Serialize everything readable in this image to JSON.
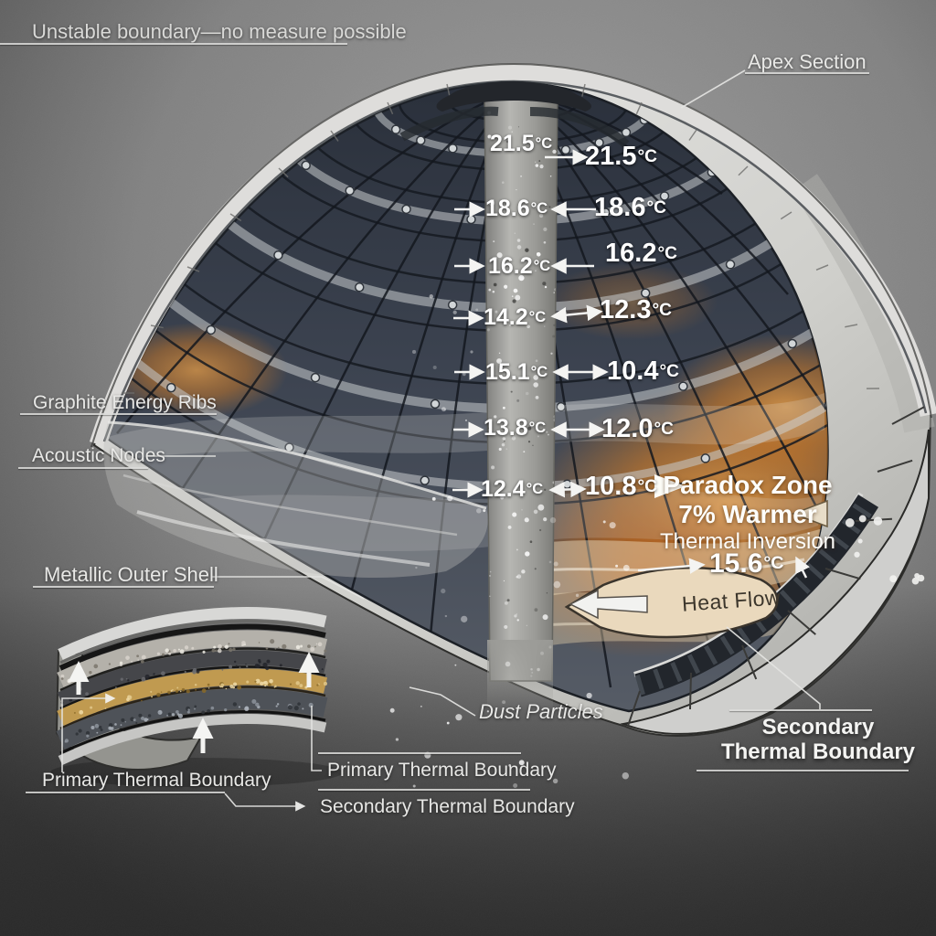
{
  "labels": {
    "unstable": "Unstable boundary—no measure possible",
    "apex": "Apex Section",
    "graphite": "Graphite Energy Ribs",
    "acoustic": "Acoustic Nodes",
    "metallic": "Metallic Outer Shell",
    "dust": "Dust Particles",
    "primary_left": "Primary Thermal Boundary",
    "primary_mid": "Primary Thermal Boundary",
    "secondary_mid": "Secondary Thermal Boundary",
    "secondary_right_l1": "Secondary",
    "secondary_right_l2": "Thermal Boundary",
    "heat_flow": "Heat Flow"
  },
  "paradox": {
    "l1": "Paradox Zone",
    "l2": "7% Warmer",
    "l3": "Thermal Inversion"
  },
  "temps": {
    "center": [
      {
        "v": "21.5",
        "u": "°C"
      },
      {
        "v": "18.6",
        "u": "°C"
      },
      {
        "v": "16.2",
        "u": "°C"
      },
      {
        "v": "14.2",
        "u": "°C"
      },
      {
        "v": "15.1",
        "u": "°C"
      },
      {
        "v": "13.8",
        "u": "°C"
      },
      {
        "v": "12.4",
        "u": "°C"
      }
    ],
    "right": [
      {
        "v": "21.5",
        "u": "°C"
      },
      {
        "v": "18.6",
        "u": "°C"
      },
      {
        "v": "16.2",
        "u": "°C"
      },
      {
        "v": "12.3",
        "u": "°C"
      },
      {
        "v": "10.4",
        "u": "°C"
      },
      {
        "v": "12.0",
        "u": "°C"
      },
      {
        "v": "10.8",
        "u": "°C"
      }
    ],
    "hotspot": {
      "v": "15.6",
      "u": "°C"
    }
  },
  "colors": {
    "glow_orange": "#c87828",
    "shell_silver": "#dedddb",
    "interior_dark": "#343b48",
    "layer_gold": "#c09a50",
    "banner_cream": "#ead9bd"
  }
}
